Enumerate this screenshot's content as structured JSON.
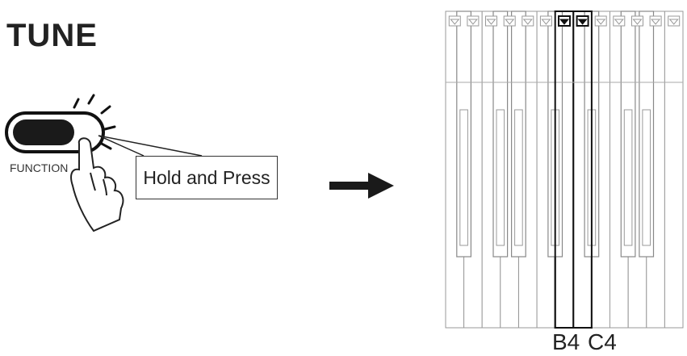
{
  "title": "TUNE",
  "function_button": {
    "label": "FUNCTION",
    "icon": "function-button-icon"
  },
  "callout": {
    "text": "Hold and Press"
  },
  "arrow": {
    "icon": "right-arrow-icon"
  },
  "keyboard": {
    "white_keys": [
      "",
      "",
      "",
      "",
      "",
      "",
      "",
      "",
      "",
      "",
      "",
      "",
      ""
    ],
    "highlighted": [
      {
        "label": "B4"
      },
      {
        "label": "C4"
      }
    ]
  }
}
